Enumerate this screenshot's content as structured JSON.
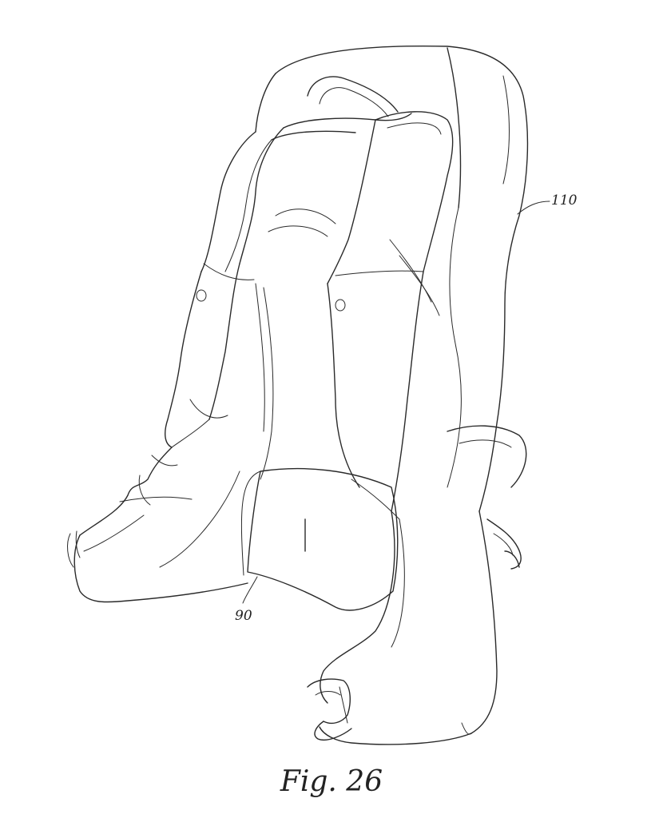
{
  "figure": {
    "caption": "Fig. 26",
    "references": [
      {
        "id": "ref-110",
        "label": "110"
      },
      {
        "id": "ref-90",
        "label": "90"
      }
    ]
  }
}
